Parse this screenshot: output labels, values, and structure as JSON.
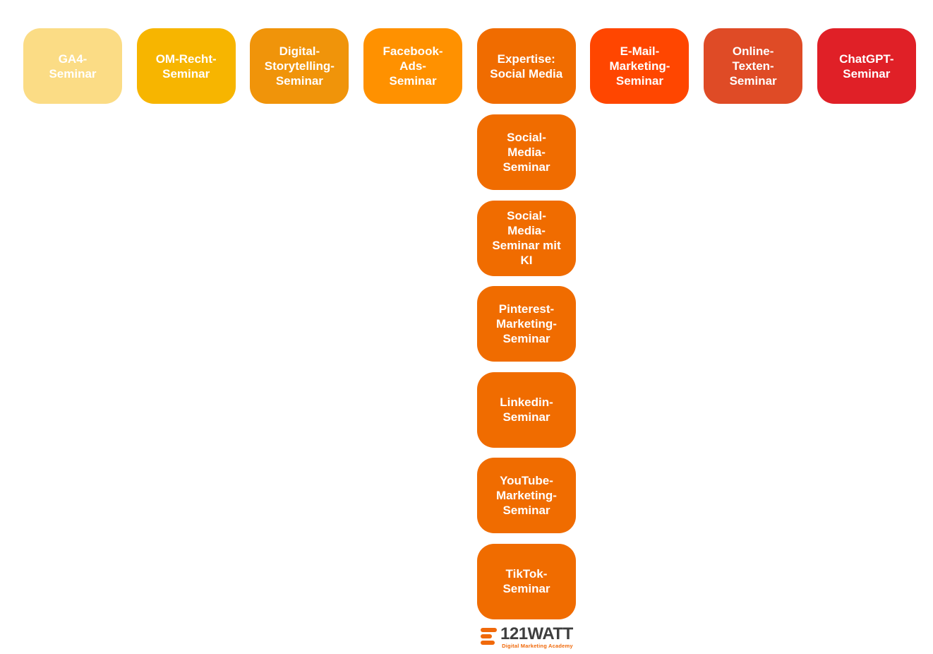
{
  "page": {
    "background_color": "#FFFFFF",
    "description": "Seminar overview diagram: top row of seminar cards with an Expertise: Social Media branch column"
  },
  "top_row": {
    "cards": [
      {
        "id": "ga4-seminar",
        "label": "GA4-\nSeminar",
        "color": "#FBDC85"
      },
      {
        "id": "om-recht-seminar",
        "label": "OM-Recht-\nSeminar",
        "color": "#F7B500"
      },
      {
        "id": "digital-storytelling-seminar",
        "label": "Digital-\nStorytelling-\nSeminar",
        "color": "#F0940A"
      },
      {
        "id": "facebook-ads-seminar",
        "label": "Facebook-\nAds-\nSeminar",
        "color": "#FF9100"
      },
      {
        "id": "expertise-social-media",
        "label": "Expertise:\nSocial Media",
        "color": "#F06C00"
      },
      {
        "id": "email-marketing-seminar",
        "label": "E-Mail-\nMarketing-\nSeminar",
        "color": "#FF4600"
      },
      {
        "id": "online-texten-seminar",
        "label": "Online-\nTexten-\nSeminar",
        "color": "#DF4B26"
      },
      {
        "id": "chatgpt-seminar",
        "label": "ChatGPT-\nSeminar",
        "color": "#E02027"
      }
    ]
  },
  "expertise_column": {
    "cards": [
      {
        "id": "social-media-seminar",
        "label": "Social-\nMedia-\nSeminar",
        "color": "#F06C00"
      },
      {
        "id": "social-media-seminar-mit-ki",
        "label": "Social-\nMedia-\nSeminar mit\nKI",
        "color": "#F06C00"
      },
      {
        "id": "pinterest-marketing-seminar",
        "label": "Pinterest-\nMarketing-\nSeminar",
        "color": "#F06C00"
      },
      {
        "id": "linkedin-seminar",
        "label": "Linkedin-\nSeminar",
        "color": "#F06C00"
      },
      {
        "id": "youtube-marketing-seminar",
        "label": "YouTube-\nMarketing-\nSeminar",
        "color": "#F06C00"
      },
      {
        "id": "tiktok-seminar",
        "label": "TikTok-\nSeminar",
        "color": "#F06C00"
      }
    ]
  },
  "logo": {
    "wordmark": "121WATT",
    "tagline": "Digital Marketing Academy",
    "icon": "three-bars-icon",
    "wordmark_color": "#3E3E3E",
    "accent_color": "#F0690A"
  }
}
